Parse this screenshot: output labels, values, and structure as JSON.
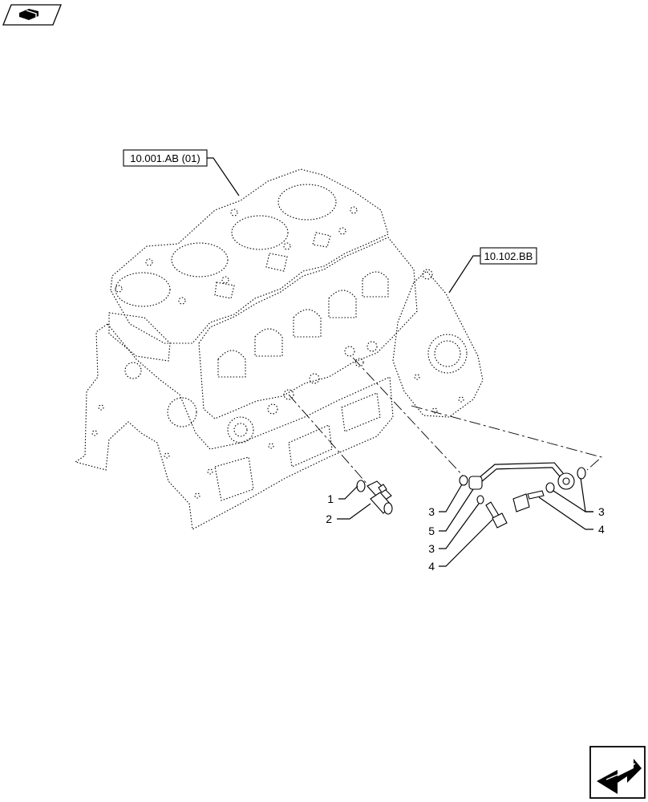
{
  "refs": {
    "block": "10.001.AB (01)",
    "cover": "10.102.BB"
  },
  "callouts": {
    "c1": "1",
    "c2": "2",
    "c3a": "3",
    "c5": "5",
    "c3b": "3",
    "c4a": "4",
    "c3c": "3",
    "c4b": "4"
  },
  "icons": {
    "top_left": "parts-tray-icon",
    "bottom_right": "next-page-arrow-icon"
  }
}
